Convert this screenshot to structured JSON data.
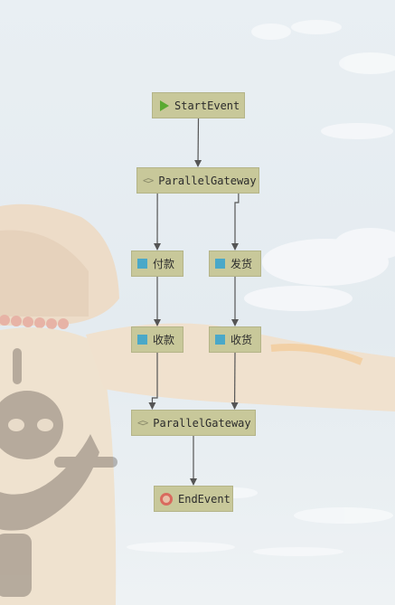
{
  "diagram": {
    "nodes": [
      {
        "id": "start",
        "type": "start-event",
        "label": "StartEvent"
      },
      {
        "id": "gw1",
        "type": "parallel-gateway",
        "label": "ParallelGateway"
      },
      {
        "id": "pay",
        "type": "task",
        "label": "付款"
      },
      {
        "id": "ship",
        "type": "task",
        "label": "发货"
      },
      {
        "id": "collect",
        "type": "task",
        "label": "收款"
      },
      {
        "id": "receive",
        "type": "task",
        "label": "收货"
      },
      {
        "id": "gw2",
        "type": "parallel-gateway",
        "label": "ParallelGateway"
      },
      {
        "id": "end",
        "type": "end-event",
        "label": "EndEvent"
      }
    ],
    "edges": [
      {
        "from": "start",
        "to": "gw1"
      },
      {
        "from": "gw1",
        "to": "pay"
      },
      {
        "from": "gw1",
        "to": "ship"
      },
      {
        "from": "pay",
        "to": "collect"
      },
      {
        "from": "ship",
        "to": "receive"
      },
      {
        "from": "collect",
        "to": "gw2"
      },
      {
        "from": "receive",
        "to": "gw2"
      },
      {
        "from": "gw2",
        "to": "end"
      }
    ],
    "gateway_icon": "<>",
    "colors": {
      "node_fill": "#c8c89a",
      "edge": "#555555",
      "start": "#5aaa32",
      "task": "#4aa8c8",
      "end": "#d96a5e"
    }
  }
}
